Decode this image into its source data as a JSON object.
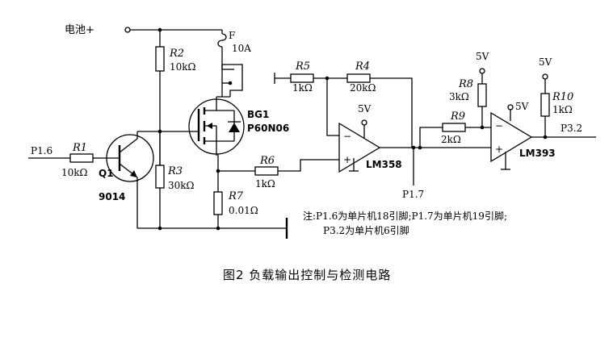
{
  "battery": {
    "label": "电池+"
  },
  "fuse": {
    "ref": "F",
    "value": "10A"
  },
  "resistors": {
    "r1": {
      "ref": "R1",
      "value": "10kΩ"
    },
    "r2": {
      "ref": "R2",
      "value": "10kΩ"
    },
    "r3": {
      "ref": "R3",
      "value": "30kΩ"
    },
    "r4": {
      "ref": "R4",
      "value": "20kΩ"
    },
    "r5": {
      "ref": "R5",
      "value": "1kΩ"
    },
    "r6": {
      "ref": "R6",
      "value": "1kΩ"
    },
    "r7": {
      "ref": "R7",
      "value": "0.01Ω"
    },
    "r8": {
      "ref": "R8",
      "value": "3kΩ"
    },
    "r9": {
      "ref": "R9",
      "value": "2kΩ"
    },
    "r10": {
      "ref": "R10",
      "value": "1kΩ"
    }
  },
  "transistor": {
    "ref": "Q1",
    "part": "9014"
  },
  "mosfet": {
    "ref": "BG1",
    "part": "P60N06"
  },
  "opamp": {
    "part": "LM358",
    "supply": "5V",
    "plus": "+",
    "minus": "−"
  },
  "comparator": {
    "part": "LM393",
    "supply": "5V",
    "plus": "+",
    "minus": "−"
  },
  "supplies": {
    "r8_top": "5V",
    "r10_top": "5V"
  },
  "pins": {
    "p16": "P1.6",
    "p17": "P1.7",
    "p32": "P3.2"
  },
  "note": {
    "line1": "注:P1.6为单片机18引脚;P1.7为单片机19引脚;",
    "line2": "P3.2为单片机6引脚"
  },
  "caption": "图2  负载输出控制与检测电路"
}
